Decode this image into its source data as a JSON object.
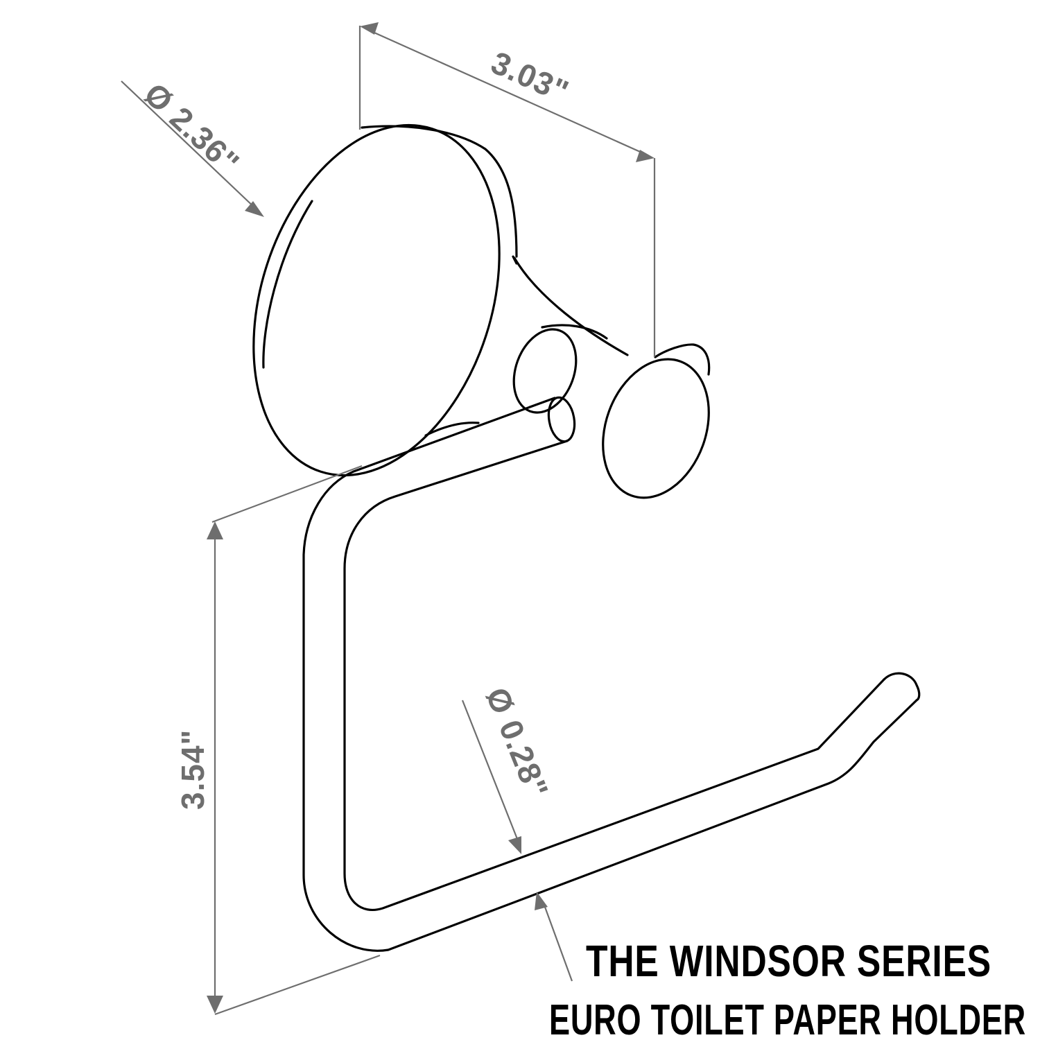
{
  "dimensions": {
    "mount_diameter": "Ø 2.36\"",
    "depth": "3.03\"",
    "height": "3.54\"",
    "rod_diameter": "Ø 0.28\""
  },
  "title": {
    "series": "THE  WINDSOR  SERIES",
    "product": "EURO TOILET PAPER HOLDER"
  },
  "colors": {
    "outline": "#000000",
    "dimension": "#6e6e6e",
    "background": "#ffffff"
  }
}
